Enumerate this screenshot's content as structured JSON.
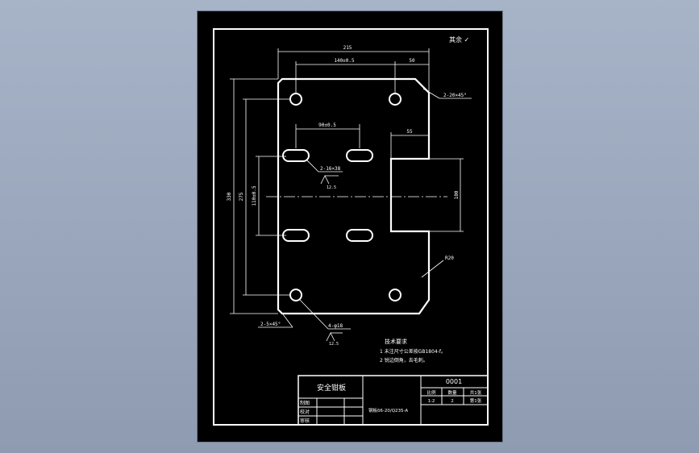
{
  "roughness_symbol": "其余 ✓",
  "dims": {
    "overall_width": "215",
    "hole_span": "140±0.5",
    "right_offset": "50",
    "slot_span": "90±0.5",
    "notch_depth": "55",
    "chamfer_top": "2-20×45°",
    "slots": "2-16×38",
    "slot_roughness": "12.5",
    "slot_vspan": "110±0.5",
    "overall_height": "330",
    "hole_vspan": "275",
    "notch_height": "100",
    "radius": "R20",
    "chamfer_bottom": "2-5×45°",
    "holes": "4-φ18",
    "hole_roughness": "12.5"
  },
  "tech_notes": {
    "heading": "技术要求",
    "items": [
      "1 未注尺寸公差按GB1804-f。",
      "2 锐边倒角，去毛刺。"
    ]
  },
  "title_block": {
    "drawing_no": "0001",
    "name": "安全钳板",
    "scale_label": "比例",
    "qty_label": "数量",
    "sheet_label": "共1张",
    "scale_value": "1:2",
    "qty_value": "2",
    "sheet_no": "第1张",
    "material": "钢板δ6-20/Q235-A",
    "drawn_label": "制图",
    "checked_label": "校对",
    "approved_label": "审核"
  }
}
